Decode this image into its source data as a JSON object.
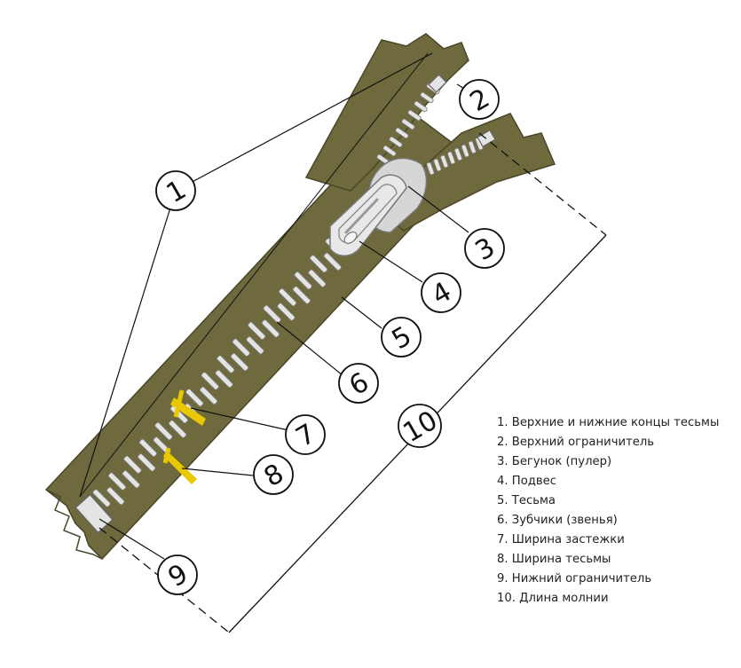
{
  "diagram": {
    "colors": {
      "tape": "#6e6a3e",
      "tape_outline": "#4a4728",
      "teeth": "#e4e4e4",
      "teeth_outline": "#7a7a7a",
      "highlight": "#e8c800",
      "line": "#111111"
    },
    "callouts": [
      "1",
      "2",
      "3",
      "4",
      "5",
      "6",
      "7",
      "8",
      "9",
      "10"
    ]
  },
  "legend": {
    "items": [
      "1. Верхние и нижние концы тесьмы",
      "2. Верхний ограничитель",
      "3. Бегунок (пулер)",
      "4. Подвес",
      "5. Тесьма",
      "6. Зубчики (звенья)",
      "7. Ширина застежки",
      "8. Ширина тесьмы",
      "9. Нижний ограничитель",
      "10. Длина молнии"
    ]
  }
}
